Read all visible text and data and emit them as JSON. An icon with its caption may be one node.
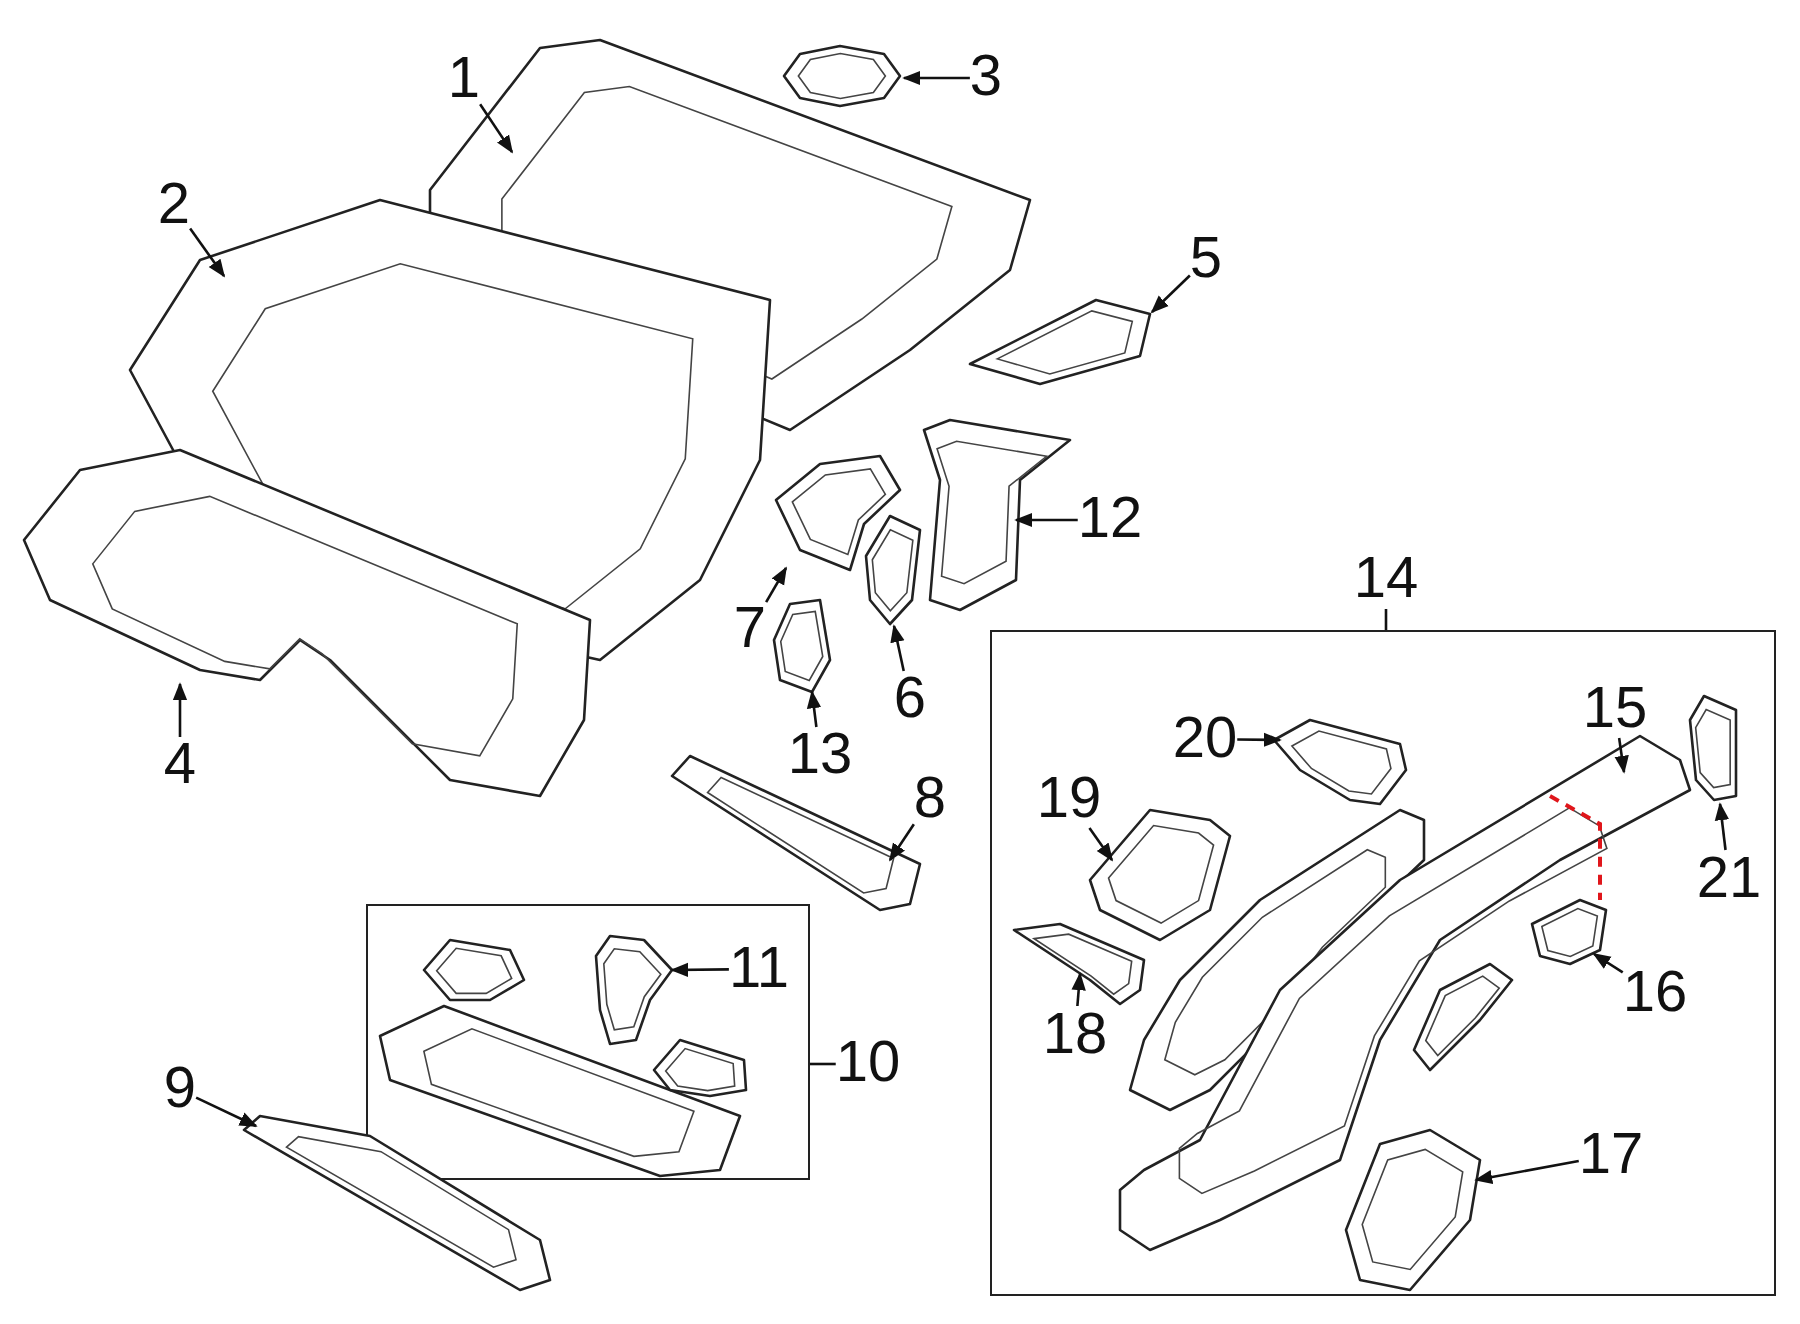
{
  "diagram": {
    "nodes": [
      {
        "text": [],
        "shape": "box"
      },
      {
        "text": [],
        "shape": "box"
      },
      {
        "text": [
          "1"
        ]
      },
      {
        "text": [
          "2"
        ]
      },
      {
        "text": [
          "3"
        ]
      },
      {
        "text": [
          "4"
        ]
      },
      {
        "text": [
          "5"
        ]
      },
      {
        "text": [
          "6"
        ]
      },
      {
        "text": [
          "7"
        ]
      },
      {
        "text": [
          "8"
        ]
      },
      {
        "text": [
          "9"
        ]
      },
      {
        "text": [
          "10"
        ]
      },
      {
        "text": [
          "11"
        ],
        "in": 0
      },
      {
        "text": [
          "12"
        ]
      },
      {
        "text": [
          "13"
        ]
      },
      {
        "text": [
          "14"
        ]
      },
      {
        "text": [
          "15"
        ],
        "in": 1
      },
      {
        "text": [
          "16"
        ],
        "in": 1
      },
      {
        "text": [
          "17"
        ],
        "in": 1
      },
      {
        "text": [
          "18"
        ],
        "in": 1
      },
      {
        "text": [
          "19"
        ],
        "in": 1
      },
      {
        "text": [
          "20"
        ],
        "in": 1
      },
      {
        "text": [
          "21"
        ],
        "in": 1
      },
      {
        "text": [],
        "shape": "picture"
      },
      {
        "text": [],
        "shape": "picture"
      },
      {
        "text": [],
        "shape": "picture"
      },
      {
        "text": [],
        "shape": "picture"
      },
      {
        "text": [],
        "shape": "picture"
      },
      {
        "text": [],
        "shape": "picture"
      },
      {
        "text": [],
        "shape": "picture"
      },
      {
        "text": [],
        "shape": "picture"
      },
      {
        "text": [],
        "shape": "picture"
      },
      {
        "text": [],
        "shape": "picture",
        "in": 0
      },
      {
        "text": [],
        "shape": "picture"
      },
      {
        "text": [],
        "shape": "picture"
      },
      {
        "text": [],
        "shape": "picture",
        "in": 1
      },
      {
        "text": [],
        "shape": "picture",
        "in": 1
      },
      {
        "text": [],
        "shape": "picture",
        "in": 1
      },
      {
        "text": [],
        "shape": "picture",
        "in": 1
      },
      {
        "text": [],
        "shape": "picture",
        "in": 1
      },
      {
        "text": [],
        "shape": "picture",
        "in": 1
      },
      {
        "text": [],
        "shape": "picture",
        "in": 1
      }
    ],
    "edges": [
      {
        "from": 2,
        "to": 23,
        "arrow": "to"
      },
      {
        "from": 3,
        "to": 24,
        "arrow": "to"
      },
      {
        "from": 4,
        "to": 25,
        "arrow": "to"
      },
      {
        "from": 5,
        "to": 26,
        "arrow": "to"
      },
      {
        "from": 6,
        "to": 27,
        "arrow": "to"
      },
      {
        "from": 7,
        "to": 28,
        "arrow": "to"
      },
      {
        "from": 8,
        "to": 29,
        "arrow": "to"
      },
      {
        "from": 9,
        "to": 30,
        "arrow": "to"
      },
      {
        "from": 10,
        "to": 31,
        "arrow": "to"
      },
      {
        "from": 11,
        "to": 0,
        "arrow": "none"
      },
      {
        "from": 12,
        "to": 32,
        "arrow": "to"
      },
      {
        "from": 13,
        "to": 33,
        "arrow": "to"
      },
      {
        "from": 14,
        "to": 34,
        "arrow": "to"
      },
      {
        "from": 15,
        "to": 1,
        "arrow": "none"
      },
      {
        "from": 16,
        "to": 35,
        "arrow": "to"
      },
      {
        "from": 17,
        "to": 36,
        "arrow": "to"
      },
      {
        "from": 18,
        "to": 37,
        "arrow": "to"
      },
      {
        "from": 19,
        "to": 38,
        "arrow": "to"
      },
      {
        "from": 20,
        "to": 39,
        "arrow": "to"
      },
      {
        "from": 21,
        "to": 40,
        "arrow": "to"
      },
      {
        "from": 22,
        "to": 41,
        "arrow": "to"
      }
    ]
  }
}
